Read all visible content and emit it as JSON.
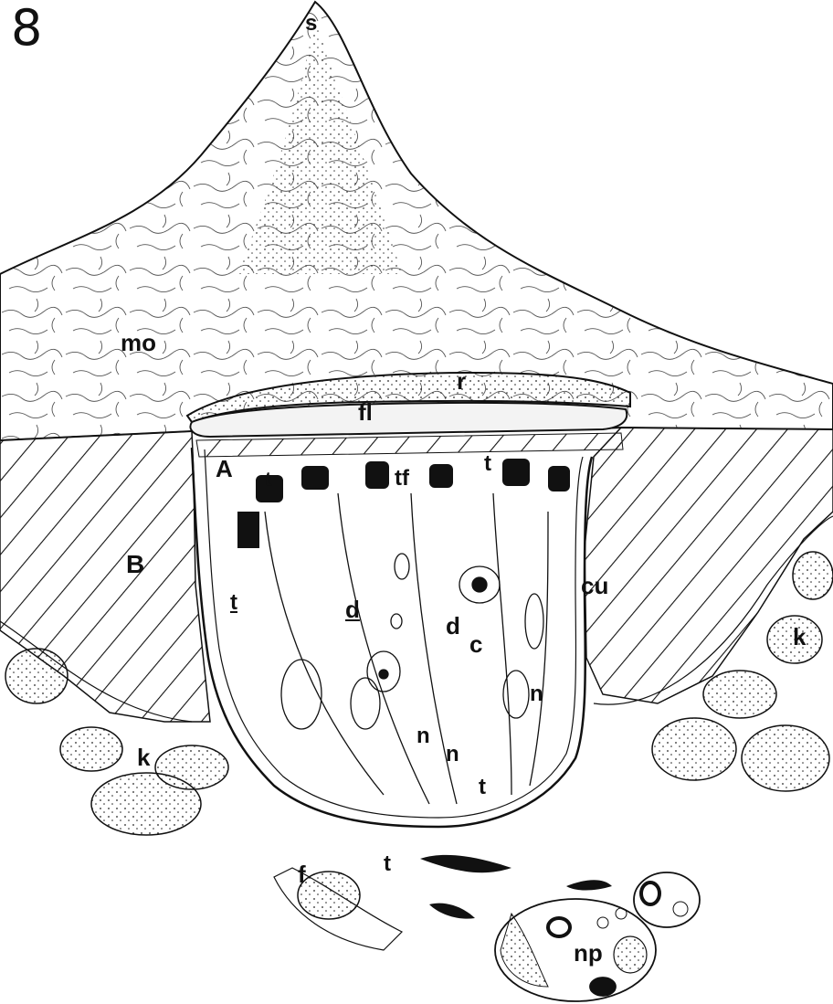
{
  "figure": {
    "number": "8",
    "labels": {
      "s": "s",
      "mo": "mo",
      "r": "r",
      "fl": "fl",
      "A": "A",
      "B": "B",
      "t1": "t",
      "tf": "tf",
      "t2": "t",
      "t3": "t",
      "cu": "cu",
      "d1": "d",
      "d2": "d",
      "c": "c",
      "n1": "n",
      "n2": "n",
      "n3": "n",
      "t4": "t",
      "k1": "k",
      "k2": "k",
      "f": "f",
      "t5": "t",
      "np": "np"
    }
  }
}
